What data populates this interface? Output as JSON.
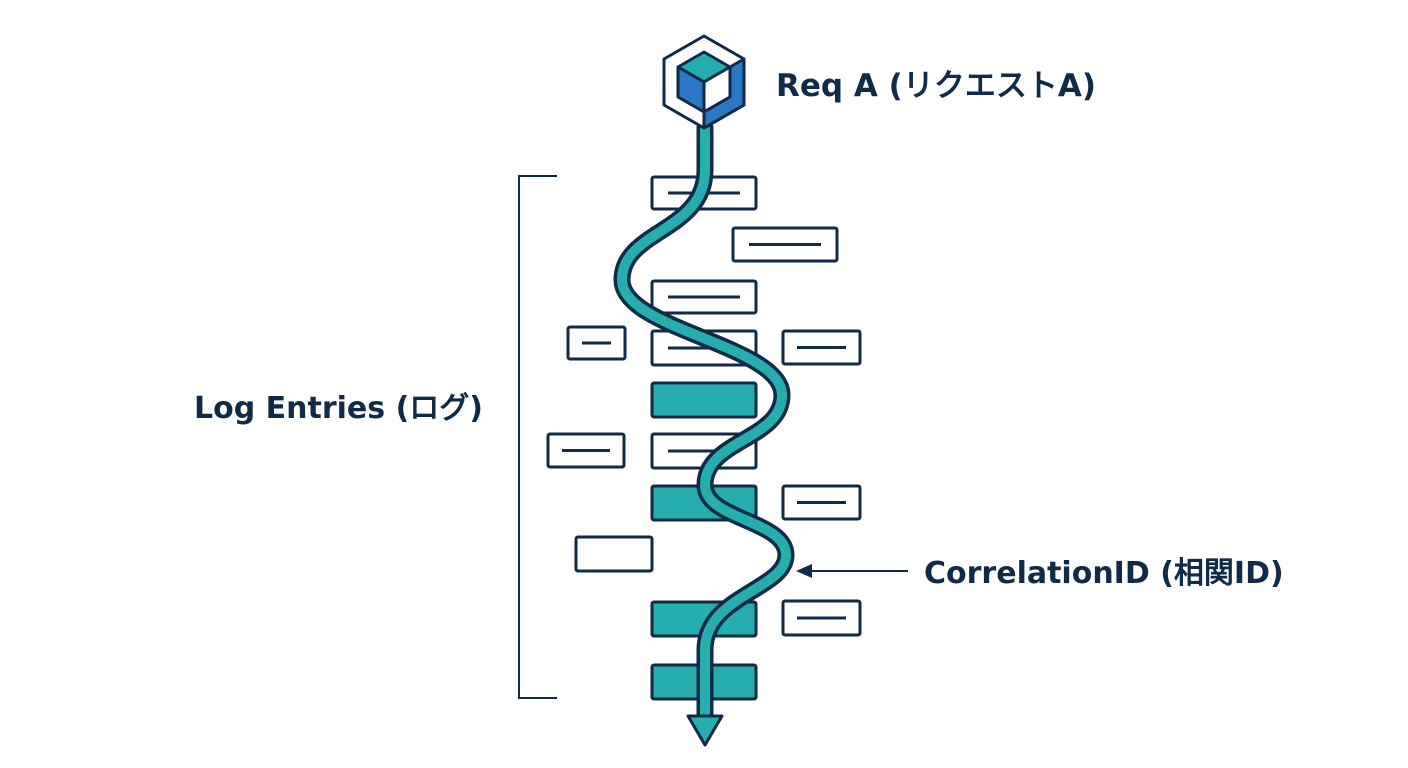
{
  "labels": {
    "request": "Req A (リクエストA)",
    "log_entries": "Log Entries (ログ)",
    "correlation_id": "CorrelationID (相関ID)"
  },
  "colors": {
    "ink": "#0f2b47",
    "teal": "#26adad",
    "teal_dark": "#1f8f8f",
    "blue": "#2b78c6",
    "background": "#ffffff"
  },
  "icons": {
    "request": "cube-icon",
    "flow_end": "arrow-down-icon",
    "pointer": "arrow-left-icon"
  },
  "log_entries": [
    {
      "id": "log-1",
      "state": "outline"
    },
    {
      "id": "log-2",
      "state": "outline"
    },
    {
      "id": "log-3",
      "state": "outline"
    },
    {
      "id": "log-4",
      "state": "outline"
    },
    {
      "id": "log-5",
      "state": "outline"
    },
    {
      "id": "log-6",
      "state": "outline"
    },
    {
      "id": "log-7",
      "state": "highlighted"
    },
    {
      "id": "log-8",
      "state": "outline"
    },
    {
      "id": "log-9",
      "state": "outline"
    },
    {
      "id": "log-10",
      "state": "highlighted"
    },
    {
      "id": "log-11",
      "state": "outline"
    },
    {
      "id": "log-12",
      "state": "outline-empty"
    },
    {
      "id": "log-13",
      "state": "highlighted"
    },
    {
      "id": "log-14",
      "state": "outline"
    },
    {
      "id": "log-15",
      "state": "highlighted"
    }
  ]
}
